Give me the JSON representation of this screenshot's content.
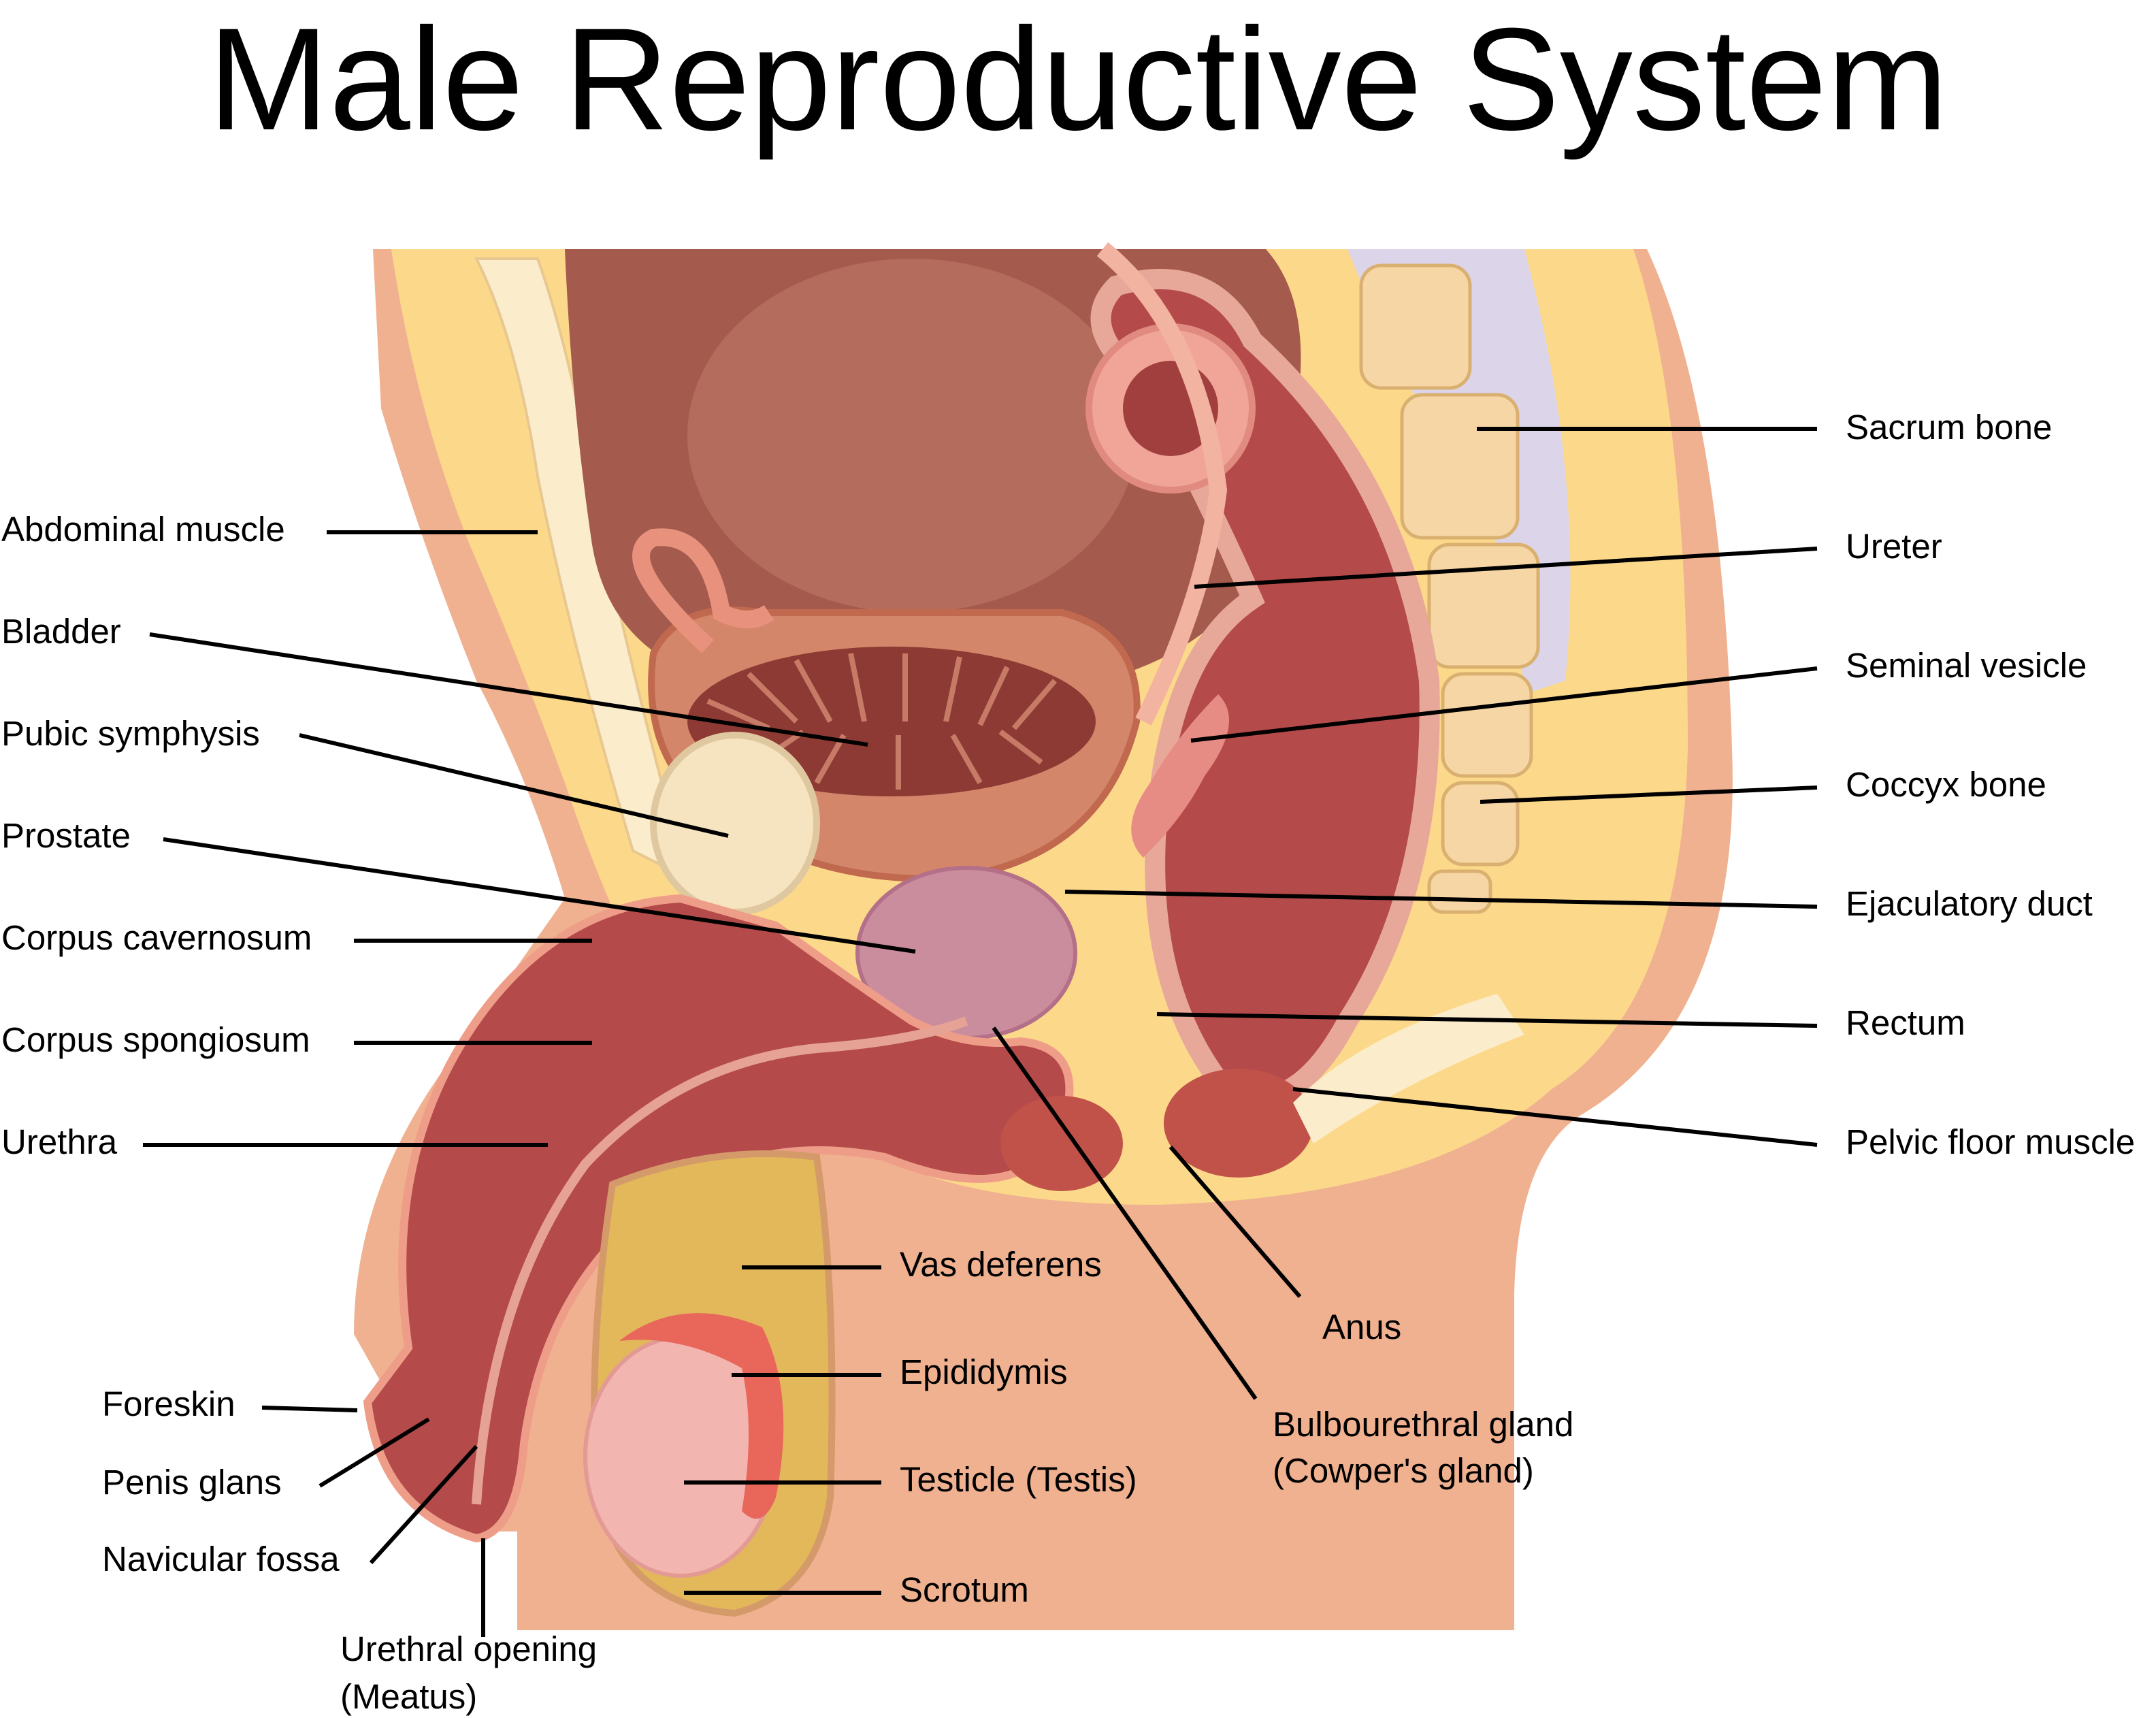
{
  "title": "Male Reproductive System",
  "labels": {
    "abdominal_muscle": "Abdominal muscle",
    "bladder": "Bladder",
    "pubic_symphysis": "Pubic symphysis",
    "prostate": "Prostate",
    "corpus_cavernosum": "Corpus cavernosum",
    "corpus_spongiosum": "Corpus spongiosum",
    "urethra": "Urethra",
    "foreskin": "Foreskin",
    "penis_glans": "Penis glans",
    "navicular_fossa": "Navicular fossa",
    "urethral_opening_1": "Urethral opening",
    "urethral_opening_2": "(Meatus)",
    "sacrum_bone": "Sacrum bone",
    "ureter": "Ureter",
    "seminal_vesicle": "Seminal vesicle",
    "coccyx_bone": "Coccyx bone",
    "ejaculatory_duct": "Ejaculatory duct",
    "rectum": "Rectum",
    "pelvic_floor_muscle": "Pelvic floor muscle",
    "vas_deferens": "Vas deferens",
    "epididymis": "Epididymis",
    "testicle": "Testicle (Testis)",
    "scrotum": "Scrotum",
    "anus": "Anus",
    "bulbourethral_1": "Bulbourethral gland",
    "bulbourethral_2": "(Cowper's gland)"
  },
  "colors": {
    "skin": "#f0b190",
    "fat": "#fcd98a",
    "bladder": "#a85548",
    "tissue": "#b44a4a",
    "testicle": "#f2b5b0",
    "prostate": "#c98d9e",
    "bone": "#f6d6a4",
    "scrotum": "#e2b85a"
  }
}
